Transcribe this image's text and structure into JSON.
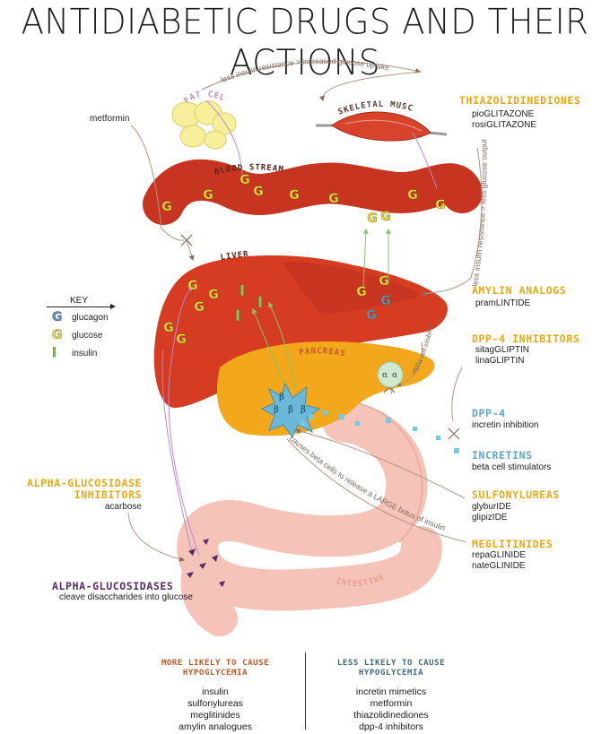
{
  "title": "ANTIDIABETIC DRUGS AND THEIR ACTIONS",
  "organs": {
    "fat_cells": "FAT CELLS",
    "skeletal_muscle": "SKELETAL MUSCLE",
    "blood_stream": "BLOOD STREAM",
    "liver": "LIVER",
    "pancreas": "PANCREAS",
    "intestines": "INTESTINES"
  },
  "arrows": {
    "top_arc": "less insulin resistance > increased glucose uptake",
    "right_vertical": "less insulin resistance > less glucose output",
    "alpha_inhibitor": "alpha cell inhibitor",
    "beta_bolus": "causes beta cells to release a LARGE bolus of insulin"
  },
  "symbols": {
    "G": "G",
    "I": "I",
    "beta": "β",
    "alpha": "α"
  },
  "key": {
    "title": "KEY",
    "items": [
      {
        "symbol": "G",
        "label": "glucagon",
        "color": "#5b8fc8"
      },
      {
        "symbol": "G",
        "label": "glucose",
        "color": "#e9dd3a"
      },
      {
        "symbol": "I",
        "label": "insulin",
        "color": "#7ccf5a"
      }
    ]
  },
  "drugs": {
    "metformin": "metformin",
    "thiazolidinediones": {
      "name": "THIAZOLIDINEDIONES",
      "items": [
        "pioGLITAZONE",
        "rosiGLITAZONE"
      ]
    },
    "amylin": {
      "name": "AMYLIN ANALOGS",
      "items": [
        "pramLINTIDE"
      ]
    },
    "dpp4_inhibitors": {
      "name": "DPP-4 INHIBITORS",
      "items": [
        "sitagGLIPTIN",
        "linaGLIPTIN"
      ]
    },
    "dpp4": {
      "name": "DPP-4",
      "items": [
        "incretin inhibition"
      ]
    },
    "incretins": {
      "name": "INCRETINS",
      "items": [
        "beta cell stimulators"
      ]
    },
    "sulfonylureas": {
      "name": "SULFONYLUREAS",
      "items": [
        "glyburIDE",
        "glipizIDE"
      ]
    },
    "meglitinides": {
      "name": "MEGLITINIDES",
      "items": [
        "repaGLINIDE",
        "nateGLINIDE"
      ]
    },
    "alpha_glucosidase_inhibitors": {
      "name1": "ALPHA-GLUCOSIDASE",
      "name2": "INHIBITORS",
      "items": [
        "acarbose"
      ]
    },
    "alpha_glucosidases": {
      "name": "ALPHA-GLUCOSIDASES",
      "items": [
        "cleave disaccharides into glucose"
      ]
    }
  },
  "bottom": {
    "more": {
      "title1": "MORE LIKELY TO CAUSE",
      "title2": "HYPOGLYCEMIA",
      "items": [
        "insulin",
        "sulfonylureas",
        "meglitinides",
        "amylin analogues"
      ]
    },
    "less": {
      "title1": "LESS LIKELY TO CAUSE",
      "title2": "HYPOGLYCEMIA",
      "items": [
        "incretin mimetics",
        "metformin",
        "thiazolidinediones",
        "dpp-4 inhibitors"
      ]
    }
  },
  "colors": {
    "blood": "#c7341f",
    "liver": "#d63c22",
    "pancreas": "#f2a81a",
    "intestine": "#f6c3b8",
    "fat": "#f7ef9c",
    "muscle": "#d7432b",
    "glucose": "#e9dd3a",
    "insulin": "#7ccf5a",
    "glucagon": "#5b8fc8",
    "beta_cell": "#6cb8d9"
  }
}
